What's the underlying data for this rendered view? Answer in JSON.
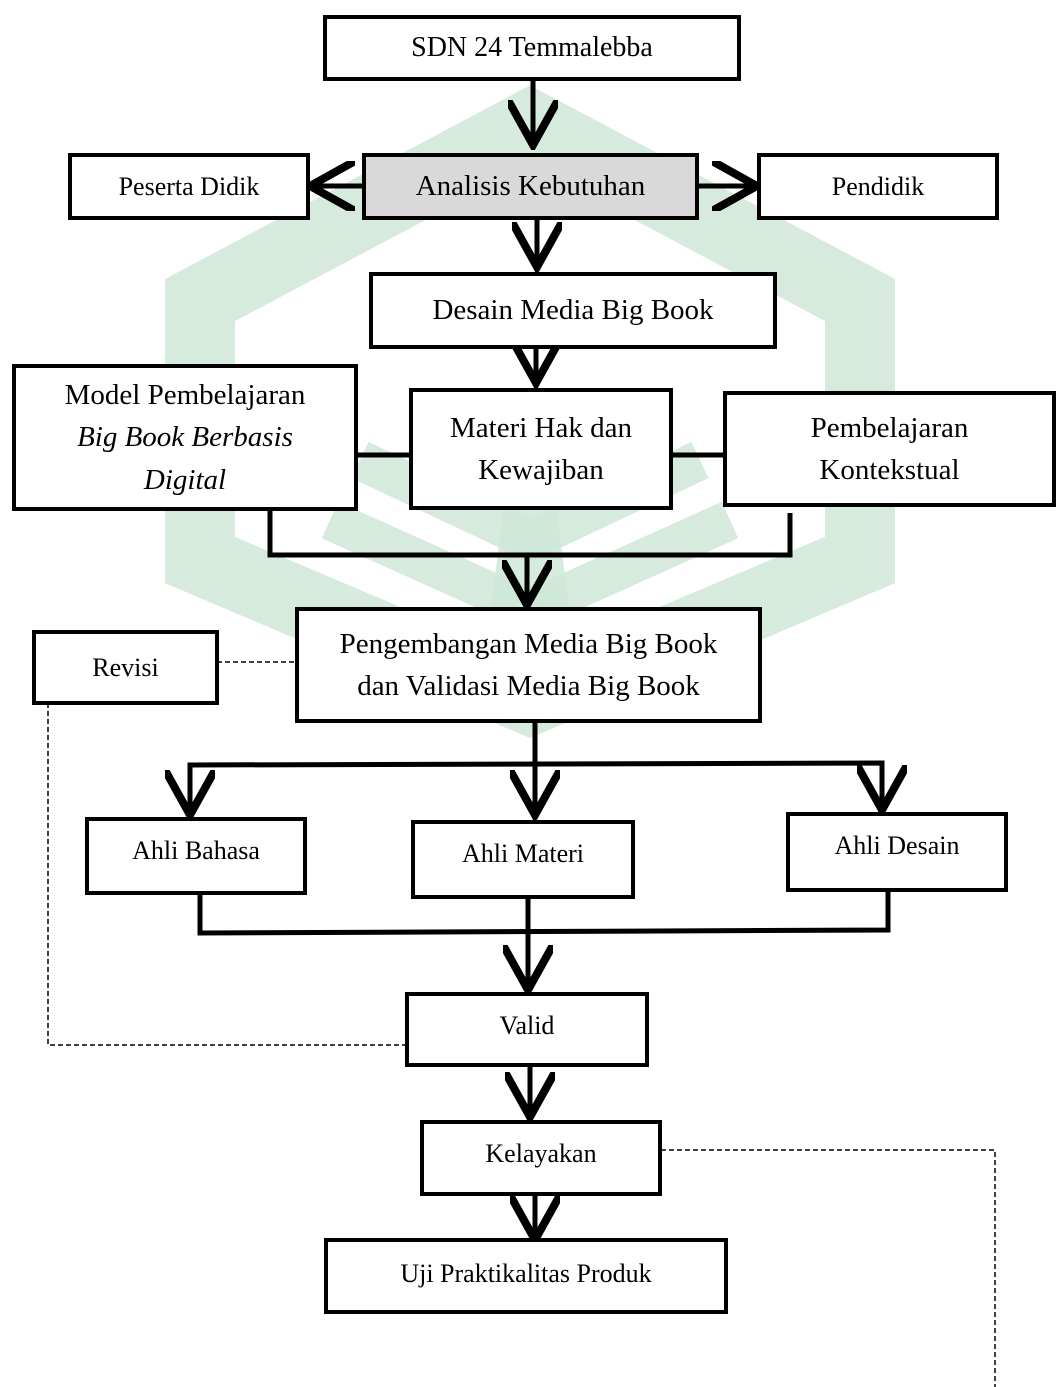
{
  "diagram": {
    "nodes": {
      "school": "SDN 24 Temmalebba",
      "needs_analysis": "Analisis Kebutuhan",
      "students": "Peserta Didik",
      "educator": "Pendidik",
      "design": "Desain Media Big Book",
      "model": {
        "line1": "Model Pembelajaran",
        "line2": "Big Book Berbasis",
        "line3": "Digital"
      },
      "material": {
        "line1": "Materi Hak dan",
        "line2": "Kewajiban"
      },
      "contextual": {
        "line1": "Pembelajaran",
        "line2": "Kontekstual"
      },
      "development": {
        "line1": "Pengembangan Media Big Book",
        "line2": "dan Validasi Media Big Book"
      },
      "revision": "Revisi",
      "language_expert": "Ahli Bahasa",
      "material_expert": "Ahli Materi",
      "design_expert": "Ahli Desain",
      "valid": "Valid",
      "feasibility": "Kelayakan",
      "practicality": "Uji Praktikalitas Produk"
    },
    "colors": {
      "line": "#000000",
      "shaded_fill": "#d9d9d9",
      "watermark": "#cfe8d8"
    }
  }
}
